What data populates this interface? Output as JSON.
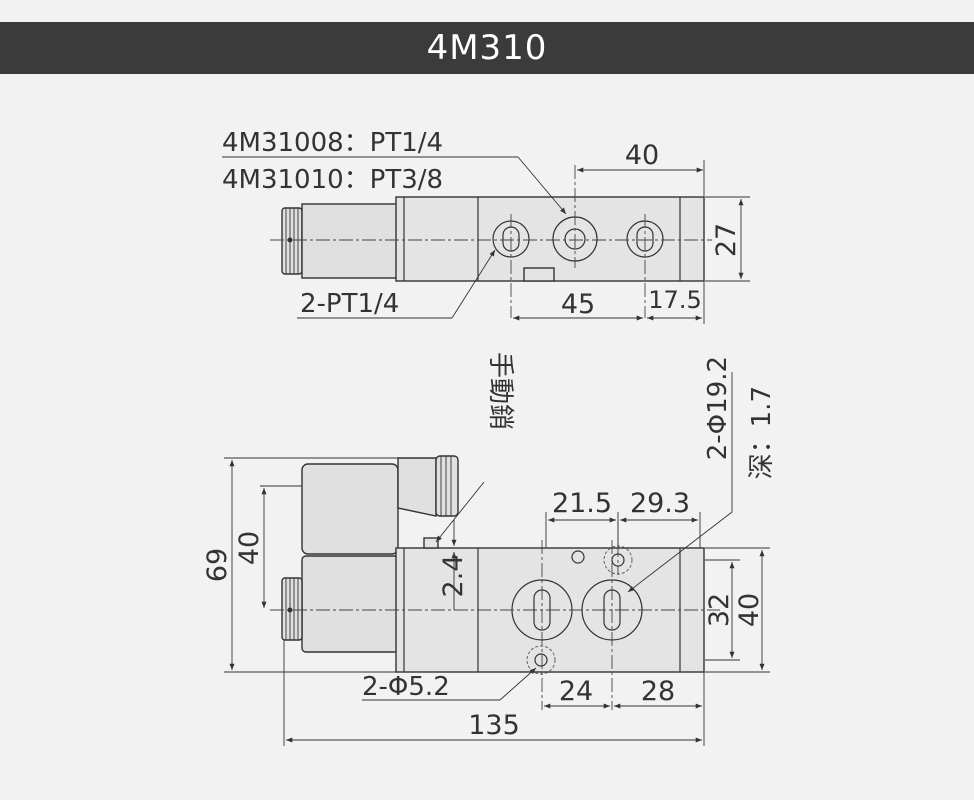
{
  "title": "4M310",
  "labels": {
    "model_a": "4M31008：PT1/4",
    "model_b": "4M31010：PT3/8",
    "side_ports": "2-PT1/4",
    "manual_pin": "手動銷",
    "port_holes": "2-Φ19.2",
    "port_depth": "深：1.7",
    "mount_holes": "2-Φ5.2"
  },
  "dimensions": {
    "top_40": "40",
    "top_27": "27",
    "top_45": "45",
    "top_17_5": "17.5",
    "left_69": "69",
    "left_40": "40",
    "d_2_4": "2.4",
    "d_21_5": "21.5",
    "d_29_3": "29.3",
    "right_32": "32",
    "right_40": "40",
    "d_24": "24",
    "d_28": "28",
    "d_135": "135"
  },
  "colors": {
    "background": "#f2f2f2",
    "title_bar": "#3b3b3b",
    "line": "#333333"
  }
}
